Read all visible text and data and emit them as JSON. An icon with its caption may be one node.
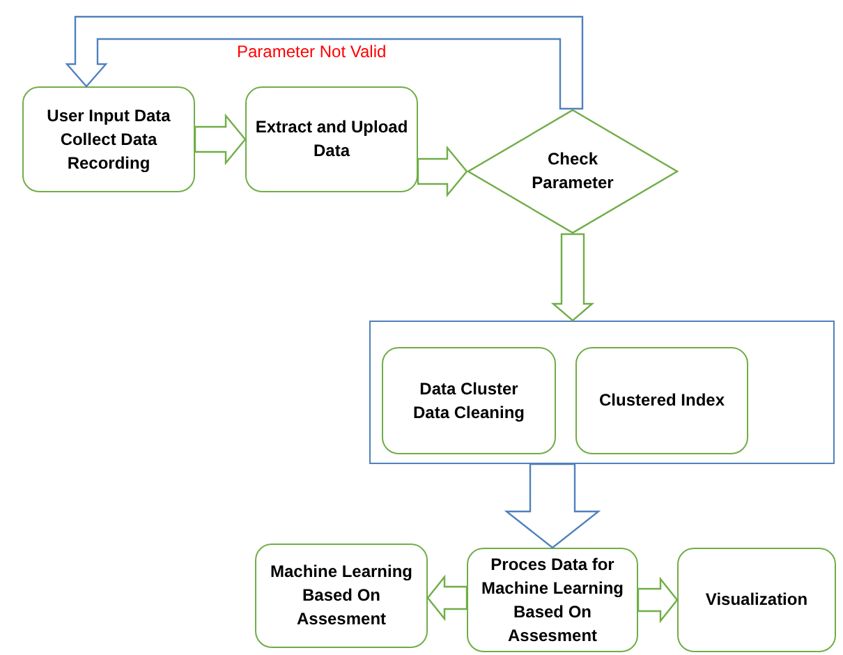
{
  "diagram": {
    "nodes": [
      {
        "text": [
          "User Input Data",
          "Collect Data",
          "Recording"
        ]
      },
      {
        "text": [
          "Extract and Upload Data"
        ]
      },
      {
        "text": [
          "Check Parameter"
        ]
      },
      {
        "text": [],
        "shape": "box"
      },
      {
        "text": [
          "Data Cluster",
          "Data Cleaning"
        ],
        "in": 3
      },
      {
        "text": [
          "Clustered Index"
        ],
        "in": 3
      },
      {
        "text": [
          "Proces Data for Machine Learning Based On Assesment"
        ]
      },
      {
        "text": [
          "Machine Learning Based On Assesment"
        ]
      },
      {
        "text": [
          "Visualization"
        ]
      }
    ],
    "edges": [
      {
        "from": 0,
        "to": 1,
        "arrow": "to"
      },
      {
        "from": 1,
        "to": 2,
        "arrow": "to"
      },
      {
        "from": 2,
        "to": 0,
        "arrow": "to",
        "label": "Parameter Not Valid",
        "color": "#4f81bd"
      },
      {
        "from": 2,
        "to": 3,
        "arrow": "to"
      },
      {
        "from": 3,
        "to": 6,
        "arrow": "to",
        "color": "#4f81bd"
      },
      {
        "from": 6,
        "to": 7,
        "arrow": "to"
      },
      {
        "from": 6,
        "to": 8,
        "arrow": "to"
      }
    ]
  }
}
